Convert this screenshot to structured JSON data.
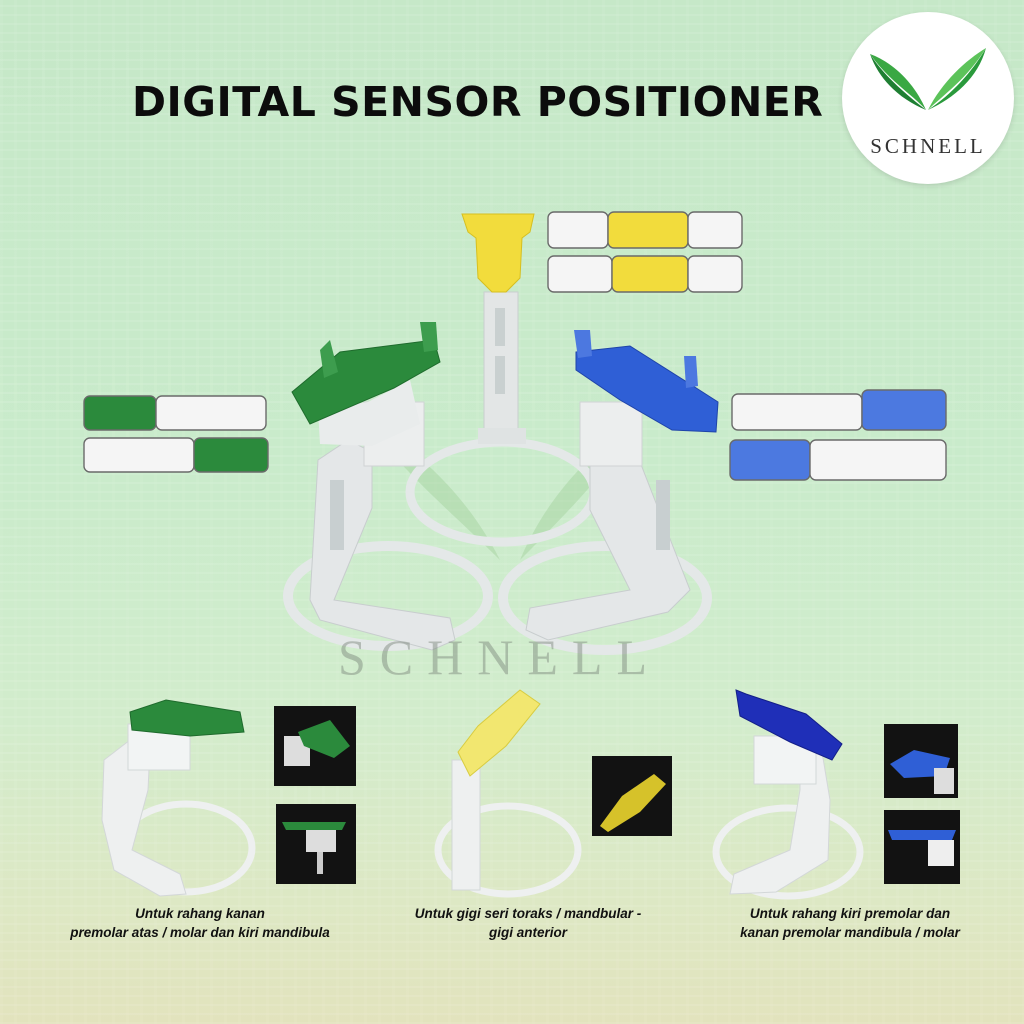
{
  "title": "DIGITAL SENSOR POSITIONER",
  "brand": {
    "name": "SCHNELL",
    "watermark": "SCHNELL",
    "accent_color": "#3aa843"
  },
  "colors": {
    "green": "#2b8a3c",
    "yellow": "#f2dc3c",
    "blue": "#2f5fd6",
    "frame": "#e6e9ea"
  },
  "products": [
    {
      "color": "green",
      "caption_line1": "Untuk rahang kanan",
      "caption_line2": "premolar atas / molar dan kiri mandibula"
    },
    {
      "color": "yellow",
      "caption_line1": "Untuk gigi seri toraks / mandbular -",
      "caption_line2": "gigi anterior"
    },
    {
      "color": "blue",
      "caption_line1": "Untuk rahang kiri premolar dan",
      "caption_line2": "kanan premolar mandibula / molar"
    }
  ]
}
